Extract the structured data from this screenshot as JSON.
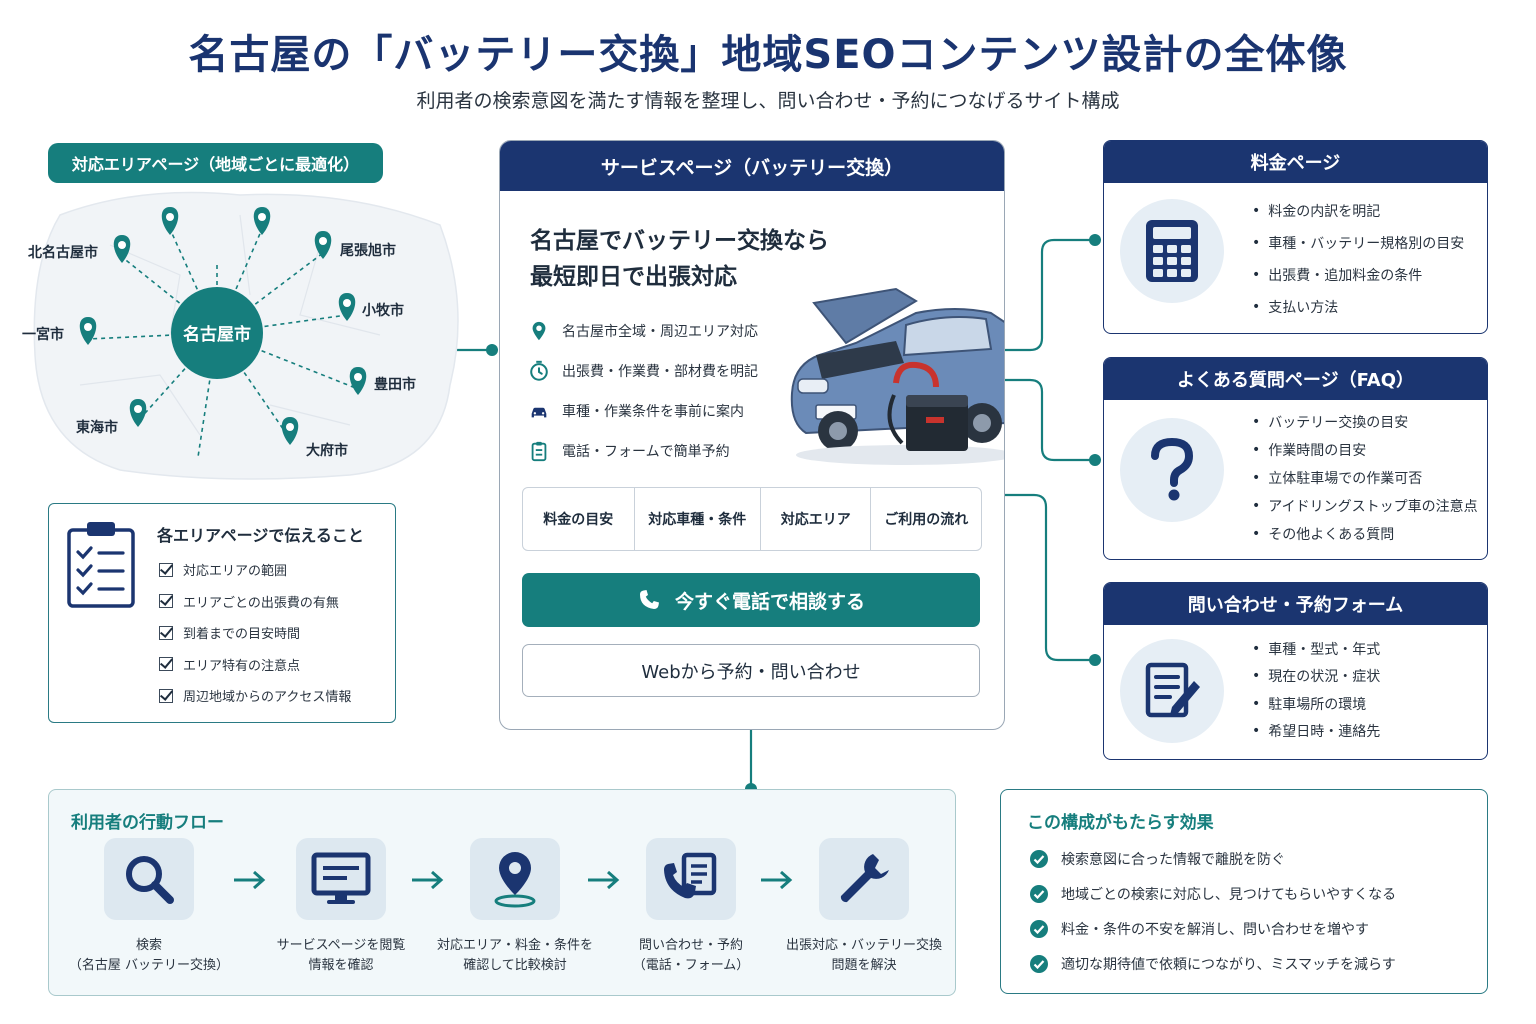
{
  "header": {
    "title": "名古屋の「バッテリー交換」地域SEOコンテンツ設計の全体像",
    "subtitle": "利用者の検索意図を満たす情報を整理し、問い合わせ・予約につなげるサイト構成"
  },
  "area_map": {
    "tag": "対応エリアページ（地域ごとに最適化）",
    "hub": "名古屋市",
    "cities": [
      "北名古屋市",
      "尾張旭市",
      "小牧市",
      "一宮市",
      "豊田市",
      "東海市",
      "大府市"
    ]
  },
  "area_info": {
    "title": "各エリアページで伝えること",
    "items": [
      "対応エリアの範囲",
      "エリアごとの出張費の有無",
      "到着までの目安時間",
      "エリア特有の注意点",
      "周辺地域からのアクセス情報"
    ]
  },
  "service": {
    "header": "サービスページ（バッテリー交換）",
    "headline_line1": "名古屋でバッテリー交換なら",
    "headline_line2": "最短即日で出張対応",
    "features": [
      {
        "icon": "map-pin-icon",
        "label": "名古屋市全域・周辺エリア対応"
      },
      {
        "icon": "clock-icon",
        "label": "出張費・作業費・部材費を明記"
      },
      {
        "icon": "car-icon",
        "label": "車種・作業条件を事前に案内"
      },
      {
        "icon": "clipboard-icon",
        "label": "電話・フォームで簡単予約"
      }
    ],
    "nav": [
      "料金の目安",
      "対応車種・条件",
      "対応エリア",
      "ご利用の流れ"
    ],
    "call_button": "今すぐ電話で相談する",
    "web_button": "Webから予約・問い合わせ"
  },
  "price_page": {
    "title": "料金ページ",
    "icon": "calculator-icon",
    "items": [
      "料金の内訳を明記",
      "車種・バッテリー規格別の目安",
      "出張費・追加料金の条件",
      "支払い方法"
    ]
  },
  "faq_page": {
    "title": "よくある質問ページ（FAQ）",
    "icon": "question-icon",
    "items": [
      "バッテリー交換の目安",
      "作業時間の目安",
      "立体駐車場での作業可否",
      "アイドリングストップ車の注意点",
      "その他よくある質問"
    ]
  },
  "form_page": {
    "title": "問い合わせ・予約フォーム",
    "icon": "form-edit-icon",
    "items": [
      "車種・型式・年式",
      "現在の状況・症状",
      "駐車場所の環境",
      "希望日時・連絡先"
    ]
  },
  "user_flow": {
    "title": "利用者の行動フロー",
    "steps": [
      {
        "icon": "search-icon",
        "line1": "検索",
        "line2": "（名古屋 バッテリー交換）"
      },
      {
        "icon": "monitor-icon",
        "line1": "サービスページを閲覧",
        "line2": "情報を確認"
      },
      {
        "icon": "location-icon",
        "line1": "対応エリア・料金・条件を",
        "line2": "確認して比較検討"
      },
      {
        "icon": "phone-doc-icon",
        "line1": "問い合わせ・予約",
        "line2": "（電話・フォーム）"
      },
      {
        "icon": "wrench-icon",
        "line1": "出張対応・バッテリー交換",
        "line2": "問題を解決"
      }
    ]
  },
  "effects": {
    "title": "この構成がもたらす効果",
    "items": [
      "検索意図に合った情報で離脱を防ぐ",
      "地域ごとの検索に対応し、見つけてもらいやすくなる",
      "料金・条件の不安を解消し、問い合わせを増やす",
      "適切な期待値で依頼につながり、ミスマッチを減らす"
    ]
  },
  "colors": {
    "navy": "#1b3570",
    "teal": "#167e7d",
    "icon_bg": "#e6eef5"
  }
}
